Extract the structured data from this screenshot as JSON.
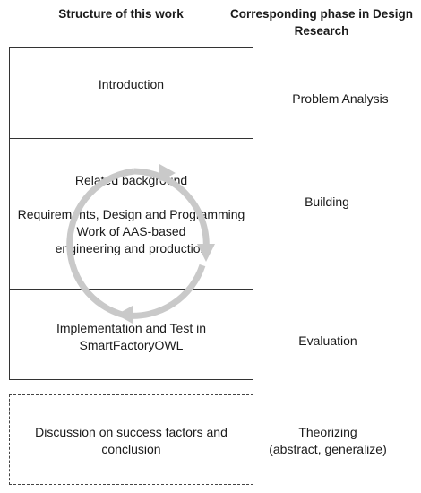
{
  "headers": {
    "left": "Structure of this work",
    "right_line1": "Corresponding phase in Design",
    "right_line2": "Research"
  },
  "boxes": [
    {
      "lines": [
        "Introduction"
      ]
    },
    {
      "lines": [
        "Related background",
        "",
        "Requirements, Design and Programming",
        "Work of AAS-based",
        "engineering and production"
      ]
    },
    {
      "lines": [
        "Implementation and Test in",
        "SmartFactoryOWL"
      ]
    },
    {
      "lines": [
        "Discussion on success factors and",
        "conclusion"
      ]
    }
  ],
  "phases": [
    {
      "lines": [
        "Problem Analysis"
      ]
    },
    {
      "lines": [
        "Building"
      ]
    },
    {
      "lines": [
        "Evaluation"
      ]
    },
    {
      "lines": [
        "Theorizing",
        "(abstract, generalize)"
      ]
    }
  ],
  "colors": {
    "cycle": "#c9c9c9",
    "border": "#333333"
  },
  "icons": {
    "cycle": "circular-arrows-icon"
  }
}
